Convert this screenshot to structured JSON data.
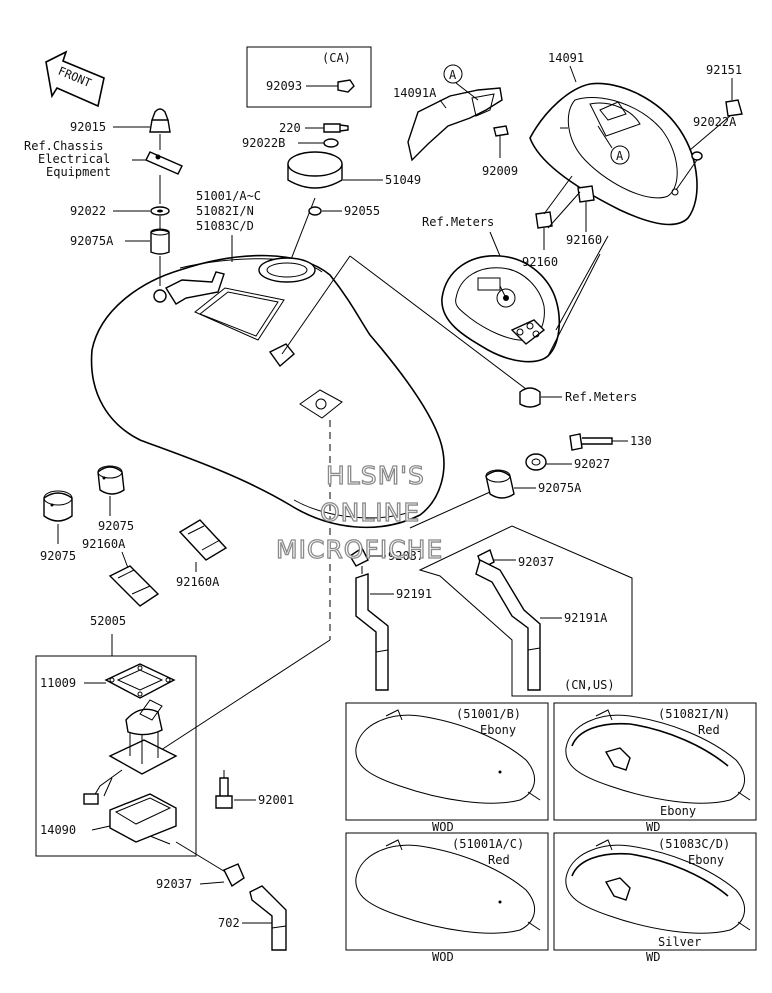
{
  "front_arrow": "FRONT",
  "watermark": [
    "HLSM'S",
    "ONLINE",
    "MICROFICHE"
  ],
  "labels": {
    "ca_box": "(CA)",
    "p92093": "92093",
    "p14091a": "14091A",
    "p14091": "14091",
    "p92151": "92151",
    "p92015": "92015",
    "ref_chassis_1": "Ref.Chassis",
    "ref_chassis_2": "Electrical",
    "ref_chassis_3": "Equipment",
    "p220": "220",
    "p92022b": "92022B",
    "p92009": "92009",
    "p92022a": "92022A",
    "p51049": "51049",
    "p92022": "92022",
    "tank_1": "51001/A~C",
    "tank_2": "51082I/N",
    "tank_3": "51083C/D",
    "p92055": "92055",
    "p92075a_top": "92075A",
    "ref_meters_top": "Ref.Meters",
    "p92160_right": "92160",
    "p92160_left": "92160",
    "ref_meters_bottom": "Ref.Meters",
    "p130": "130",
    "p92027": "92027",
    "p92075a_right": "92075A",
    "p92075_center": "92075",
    "p92075_left": "92075",
    "p92160a_left": "92160A",
    "p92160a_right": "92160A",
    "p92037_center": "92037",
    "p92037_right": "92037",
    "p92191": "92191",
    "p92191a": "92191A",
    "cn_us": "(CN,US)",
    "p52005": "52005",
    "p11009": "11009",
    "p92001": "92001",
    "p14090": "14090",
    "p92037_bottom": "92037",
    "p702": "702",
    "callout_a": "A"
  },
  "variants": [
    {
      "code": "(51001/B)",
      "color": "Ebony",
      "color2": "",
      "footer": "WOD"
    },
    {
      "code": "(51082I/N)",
      "color": "Red",
      "color2": "Ebony",
      "footer": "WD"
    },
    {
      "code": "(51001A/C)",
      "color": "Red",
      "color2": "",
      "footer": "WOD"
    },
    {
      "code": "(51083C/D)",
      "color": "Ebony",
      "color2": "Silver",
      "footer": "WD"
    }
  ]
}
